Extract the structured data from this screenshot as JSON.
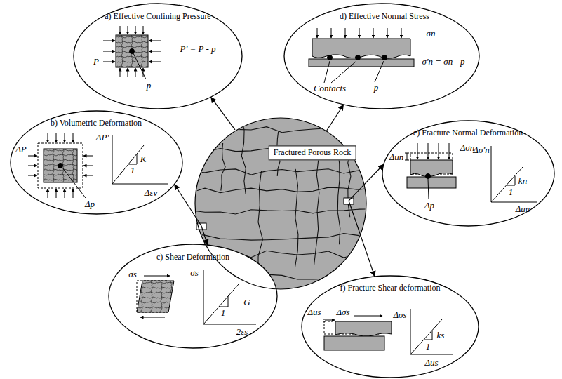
{
  "diagram": {
    "nodes": [
      {
        "text": [
          "a) Effective Confining Pressure",
          "P' = P - p",
          "P",
          "p"
        ]
      },
      {
        "text": [
          "d) Effective Normal Stress",
          "σn",
          "σ'n = σn - p",
          "Contacts",
          "p"
        ]
      },
      {
        "text": [
          "b) Volumetric Deformation",
          "ΔP'",
          "ΔP",
          "K",
          "1",
          "Δεv",
          "Δp"
        ]
      },
      {
        "text": [
          "Fractured Porous Rock"
        ]
      },
      {
        "text": [
          "e) Fracture Normal Deformation",
          "Δun",
          "Δσn",
          "Δσ'n",
          "kn",
          "1",
          "Δp",
          "Δun"
        ]
      },
      {
        "text": [
          "c) Shear Deformation",
          "σs",
          "σs",
          "G",
          "1",
          "2εs"
        ]
      },
      {
        "text": [
          "f) Fracture Shear deformation",
          "Δus",
          "Δσs",
          "Δσs",
          "ks",
          "1",
          "Δus"
        ]
      }
    ],
    "edges": [
      {
        "from": 3,
        "to": 0,
        "arrow": "to"
      },
      {
        "from": 3,
        "to": 1,
        "arrow": "to"
      },
      {
        "from": 3,
        "to": 2,
        "arrow": "to"
      },
      {
        "from": 3,
        "to": 4,
        "arrow": "to"
      },
      {
        "from": 3,
        "to": 5,
        "arrow": "to"
      },
      {
        "from": 3,
        "to": 6,
        "arrow": "to"
      }
    ]
  }
}
